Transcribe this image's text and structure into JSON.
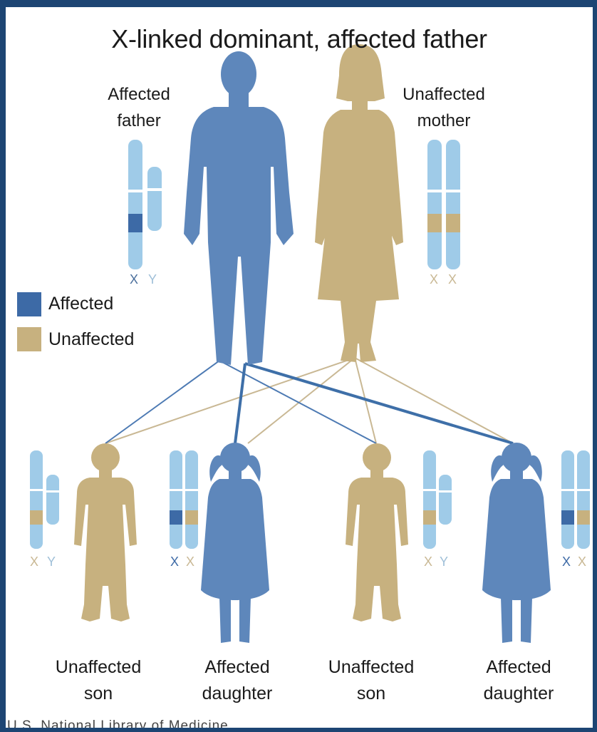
{
  "title": "X-linked dominant, affected father",
  "colors": {
    "affected": "#3d6aa6",
    "figure_affected": "#5e87bb",
    "unaffected": "#c7b17f",
    "chromosome": "#9fcbe8",
    "frame": "#1d4573",
    "line_affected": "#3e6fa8",
    "line_unaffected": "#c9b894"
  },
  "parents": {
    "father": {
      "label": [
        "Affected",
        "father"
      ],
      "chromosomes": [
        "X",
        "Y"
      ],
      "status": "affected",
      "icon": "man-silhouette-icon"
    },
    "mother": {
      "label": [
        "Unaffected",
        "mother"
      ],
      "chromosomes": [
        "X",
        "X"
      ],
      "status": "unaffected",
      "icon": "woman-silhouette-icon"
    }
  },
  "legend": [
    {
      "label": "Affected",
      "status": "affected"
    },
    {
      "label": "Unaffected",
      "status": "unaffected"
    }
  ],
  "children": [
    {
      "label": [
        "Unaffected",
        "son"
      ],
      "chromosomes": [
        "X",
        "Y"
      ],
      "status": "unaffected",
      "icon": "boy-silhouette-icon"
    },
    {
      "label": [
        "Affected",
        "daughter"
      ],
      "chromosomes": [
        "X",
        "X"
      ],
      "status": "affected",
      "icon": "girl-silhouette-icon"
    },
    {
      "label": [
        "Unaffected",
        "son"
      ],
      "chromosomes": [
        "X",
        "Y"
      ],
      "status": "unaffected",
      "icon": "boy-silhouette-icon"
    },
    {
      "label": [
        "Affected",
        "daughter"
      ],
      "chromosomes": [
        "X",
        "X"
      ],
      "status": "affected",
      "icon": "girl-silhouette-icon"
    }
  ],
  "credit": "U.S. National Library of Medicine"
}
